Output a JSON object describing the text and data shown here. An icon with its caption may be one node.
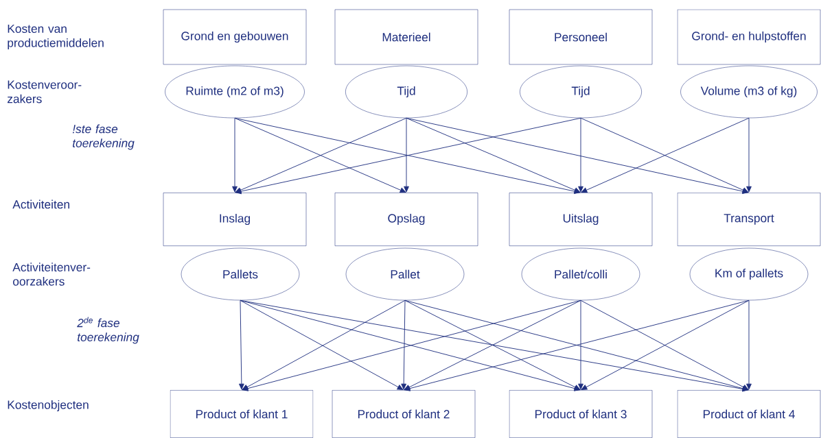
{
  "diagram": {
    "nodes": [
      {
        "text": [
          "Grond en gebouwen"
        ]
      },
      {
        "text": [
          "Materieel"
        ]
      },
      {
        "text": [
          "Personeel"
        ]
      },
      {
        "text": [
          "Grond- en hulpstoffen"
        ]
      },
      {
        "text": [
          "Ruimte (m2 of m3)"
        ]
      },
      {
        "text": [
          "Tijd"
        ]
      },
      {
        "text": [
          "Tijd"
        ]
      },
      {
        "text": [
          "Volume (m3 of kg)"
        ]
      },
      {
        "text": [
          "Inslag"
        ]
      },
      {
        "text": [
          "Opslag"
        ]
      },
      {
        "text": [
          "Uitslag"
        ]
      },
      {
        "text": [
          "Transport"
        ]
      },
      {
        "text": [
          "Pallets"
        ]
      },
      {
        "text": [
          "Pallet"
        ]
      },
      {
        "text": [
          "Pallet/colli"
        ]
      },
      {
        "text": [
          "Km of pallets"
        ]
      },
      {
        "text": [
          "Product of klant 1"
        ]
      },
      {
        "text": [
          "Product of klant 2"
        ]
      },
      {
        "text": [
          "Product of klant 3"
        ]
      },
      {
        "text": [
          "Product of klant 4"
        ]
      }
    ],
    "edges": [
      {
        "from": 4,
        "to": 8,
        "arrow": "to"
      },
      {
        "from": 4,
        "to": 9,
        "arrow": "to"
      },
      {
        "from": 4,
        "to": 10,
        "arrow": "to"
      },
      {
        "from": 5,
        "to": 8,
        "arrow": "to"
      },
      {
        "from": 5,
        "to": 9,
        "arrow": "to"
      },
      {
        "from": 5,
        "to": 10,
        "arrow": "to"
      },
      {
        "from": 5,
        "to": 11,
        "arrow": "to"
      },
      {
        "from": 6,
        "to": 8,
        "arrow": "to"
      },
      {
        "from": 6,
        "to": 10,
        "arrow": "to"
      },
      {
        "from": 6,
        "to": 11,
        "arrow": "to"
      },
      {
        "from": 7,
        "to": 10,
        "arrow": "to"
      },
      {
        "from": 7,
        "to": 11,
        "arrow": "to"
      },
      {
        "from": 12,
        "to": 16,
        "arrow": "to"
      },
      {
        "from": 12,
        "to": 17,
        "arrow": "to"
      },
      {
        "from": 12,
        "to": 18,
        "arrow": "to"
      },
      {
        "from": 12,
        "to": 19,
        "arrow": "to"
      },
      {
        "from": 13,
        "to": 16,
        "arrow": "to"
      },
      {
        "from": 13,
        "to": 17,
        "arrow": "to"
      },
      {
        "from": 13,
        "to": 18,
        "arrow": "to"
      },
      {
        "from": 13,
        "to": 19,
        "arrow": "to"
      },
      {
        "from": 14,
        "to": 16,
        "arrow": "to"
      },
      {
        "from": 14,
        "to": 17,
        "arrow": "to"
      },
      {
        "from": 14,
        "to": 18,
        "arrow": "to"
      },
      {
        "from": 14,
        "to": 19,
        "arrow": "to"
      },
      {
        "from": 15,
        "to": 17,
        "arrow": "to"
      },
      {
        "from": 15,
        "to": 18,
        "arrow": "to"
      },
      {
        "from": 15,
        "to": 19,
        "arrow": "to"
      }
    ],
    "labels": [
      "Kosten van productiemiddelen",
      "Kostenveroor- zakers",
      "*!ste fase toerekening*",
      "Activiteiten",
      "Activiteitenver- oorzakers",
      "*2$^{de}$ fase toerekening*",
      "Kostenobjecten"
    ]
  }
}
